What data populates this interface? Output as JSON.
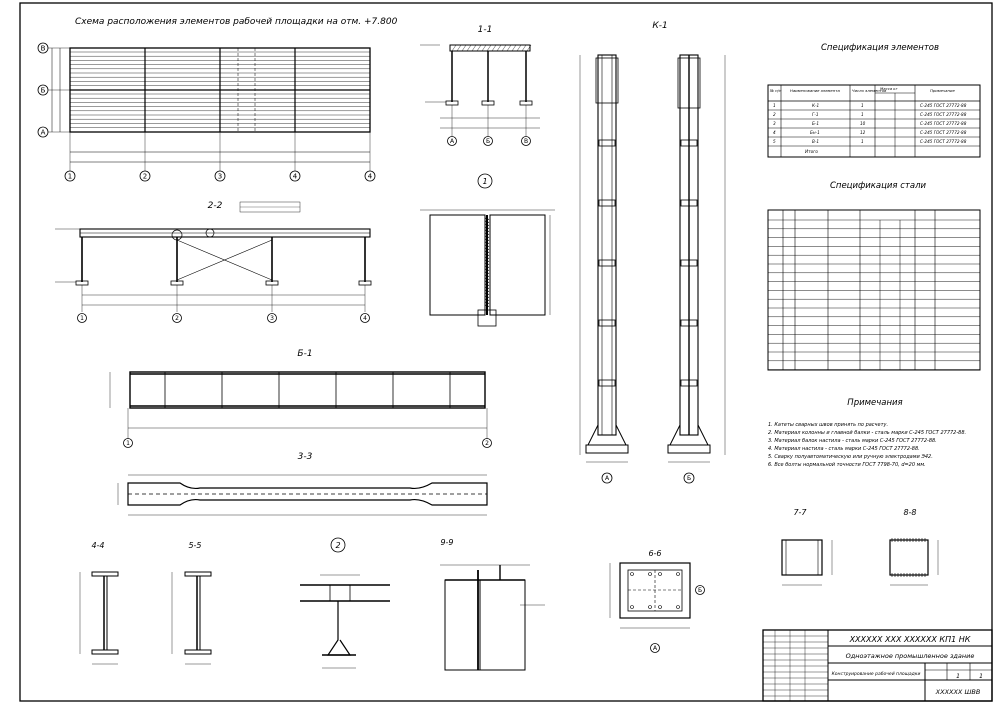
{
  "sheet": {
    "plan_title": "Схема расположения элементов рабочей площадки на отм. +7.800",
    "sections": {
      "s11": "1-1",
      "s22": "2-2",
      "b1": "Б-1",
      "s33": "3-3",
      "s44": "4-4",
      "s55": "5-5",
      "s99": "9-9",
      "s66": "6-6",
      "s77": "7-7",
      "s88": "8-8",
      "k1": "К-1",
      "node1": "1",
      "node2": "2"
    },
    "grid_axes": {
      "rows": [
        "В",
        "Б",
        "А"
      ],
      "cols": [
        "1",
        "2",
        "3",
        "4"
      ],
      "k1_axes": [
        "А",
        "Б"
      ]
    },
    "spec_elements": {
      "title": "Спецификация элементов",
      "headers": [
        "№ п/п",
        "Наименование элемента",
        "Число элементов",
        "Масса кг",
        "Примечание"
      ],
      "rows": [
        [
          "1",
          "К-1",
          "1",
          "С-245 ГОСТ 27772-88"
        ],
        [
          "2",
          "Г-1",
          "1",
          "С-245 ГОСТ 27772-88"
        ],
        [
          "3",
          "Б-1",
          "10",
          "С-245 ГОСТ 27772-88"
        ],
        [
          "4",
          "Бн-1",
          "12",
          "С-245 ГОСТ 27772-88"
        ],
        [
          "5",
          "В-1",
          "1",
          "С-245 ГОСТ 27772-88"
        ],
        [
          "",
          "Итого",
          "",
          ""
        ]
      ]
    },
    "spec_steel": {
      "title": "Спецификация стали"
    },
    "notes": {
      "title": "Примечания",
      "items": [
        "1. Катеты сварных швов принять по расчету.",
        "2. Материал колонны и главной балки - сталь марки С-245 ГОСТ 27772-88.",
        "3. Материал балок настила - сталь марки С-245 ГОСТ 27772-88.",
        "4. Материал настила - сталь марки С-245 ГОСТ 27772-88.",
        "5. Сварку полуавтоматическую или ручную электродами Э42.",
        "6. Все болты нормальной точности ГОСТ 7798-70, d=20 мм."
      ]
    },
    "title_block": {
      "code": "XXXXXX  XXX  XXXXXX  КП1  НК",
      "project": "Одноэтажное промышленное здание",
      "subject": "Конструирование рабочей площадки",
      "sheet_no": "1",
      "sheets": "1",
      "org": "XXXXXX ШВВ"
    }
  }
}
